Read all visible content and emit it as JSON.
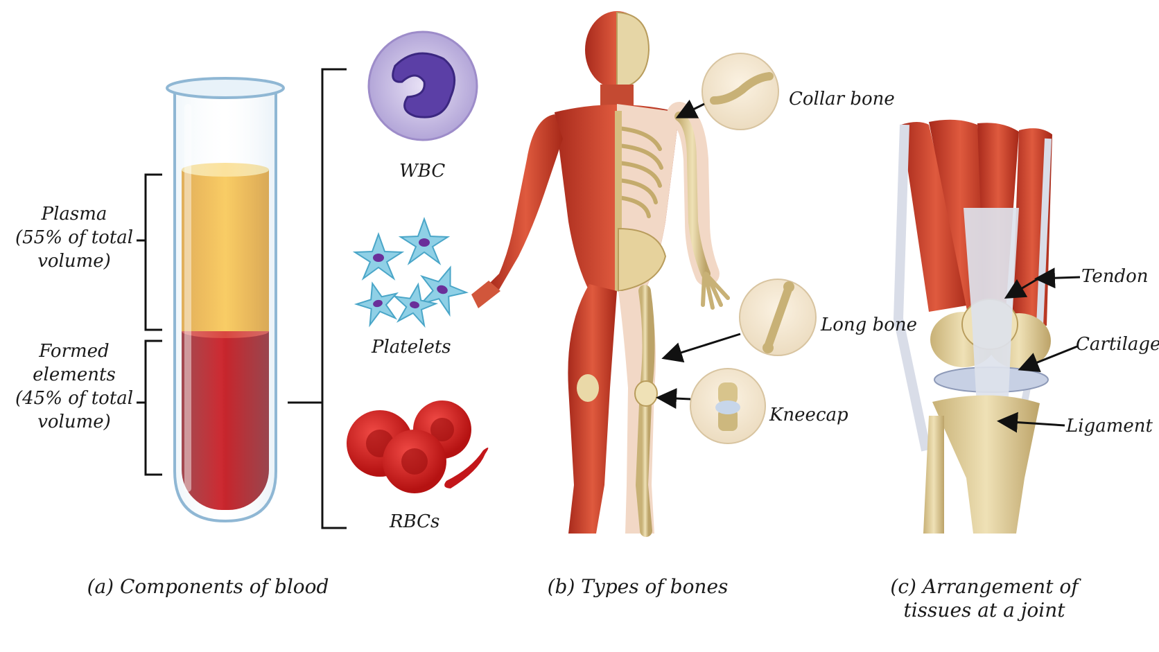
{
  "panel_a": {
    "plasma": {
      "line1": "Plasma",
      "line2": "(55% of total",
      "line3": "volume)"
    },
    "formed": {
      "line1": "Formed",
      "line2": "elements",
      "line3": "(45% of total",
      "line4": "volume)"
    },
    "cells": {
      "wbc": "WBC",
      "platelets": "Platelets",
      "rbcs": "RBCs"
    },
    "caption": "(a) Components of blood"
  },
  "panel_b": {
    "labels": {
      "collar": "Collar bone",
      "long": "Long bone",
      "kneecap": "Kneecap"
    },
    "caption": "(b) Types of bones"
  },
  "panel_c": {
    "labels": {
      "tendon": "Tendon",
      "cartilage": "Cartilage",
      "ligament": "Ligament"
    },
    "caption_line1": "(c) Arrangement of",
    "caption_line2": "tissues at a joint"
  },
  "colors": {
    "plasma": "#f2b43c",
    "blood": "#b3121a",
    "muscle": "#c8432c",
    "bone": "#e3d29f",
    "platelet": "#8fd0e6",
    "wbc": "#5b3fa6"
  }
}
